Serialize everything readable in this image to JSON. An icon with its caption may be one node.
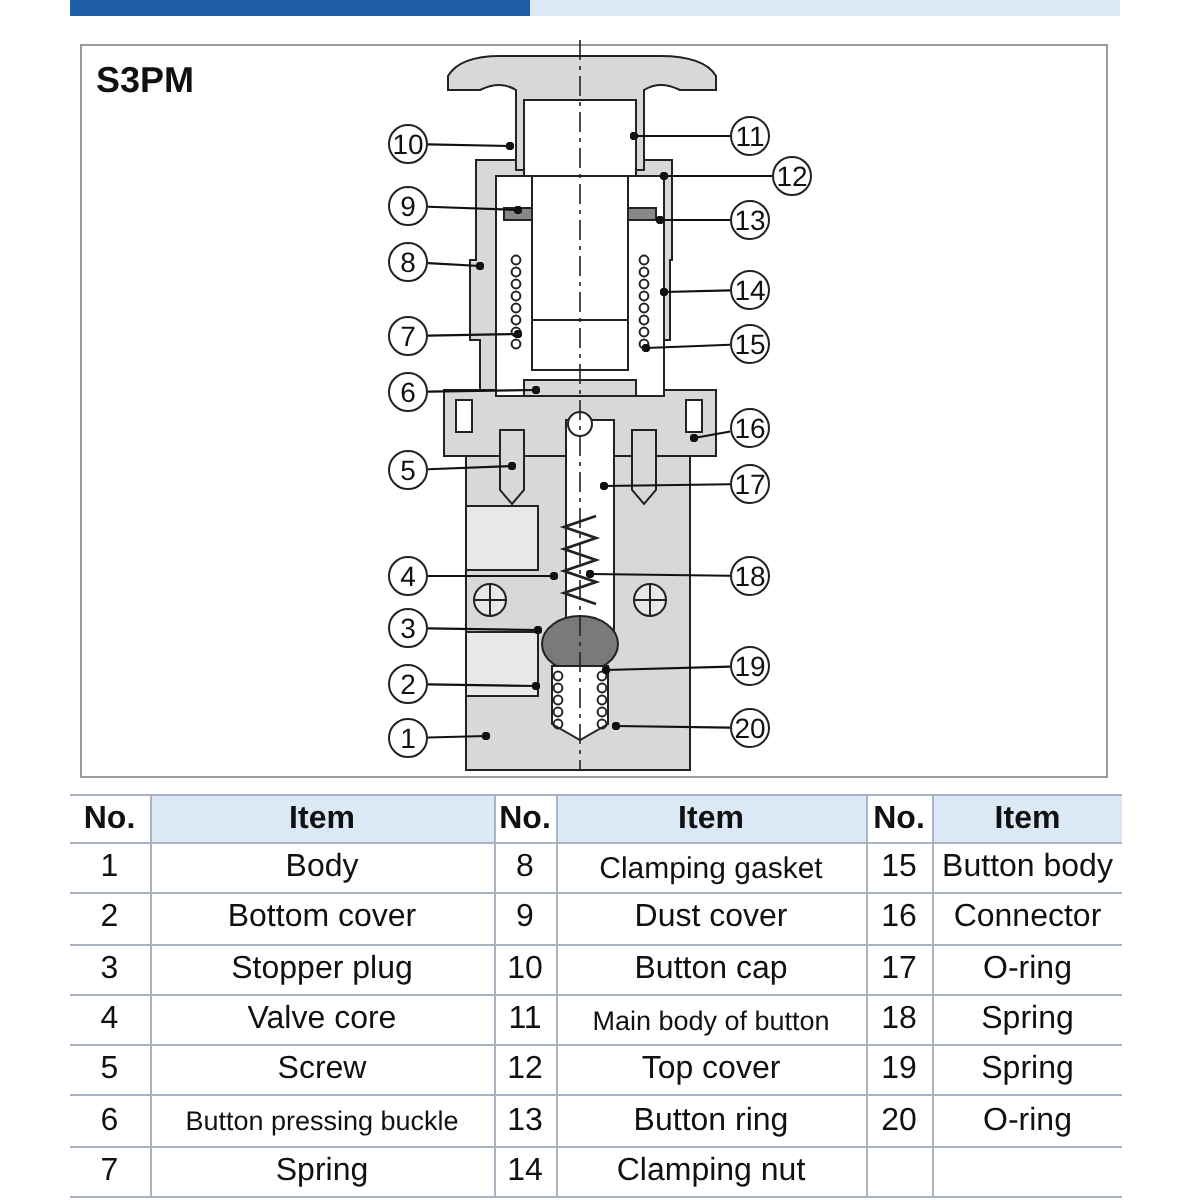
{
  "diagram": {
    "nodes": [
      {
        "text": [
          "1"
        ]
      },
      {
        "text": [
          "2"
        ]
      },
      {
        "text": [
          "3"
        ]
      },
      {
        "text": [
          "4"
        ]
      },
      {
        "text": [
          "5"
        ]
      },
      {
        "text": [
          "6"
        ]
      },
      {
        "text": [
          "7"
        ]
      },
      {
        "text": [
          "8"
        ]
      },
      {
        "text": [
          "9"
        ]
      },
      {
        "text": [
          "10"
        ]
      },
      {
        "text": [
          "11"
        ]
      },
      {
        "text": [
          "12"
        ]
      },
      {
        "text": [
          "13"
        ]
      },
      {
        "text": [
          "14"
        ]
      },
      {
        "text": [
          "15"
        ]
      },
      {
        "text": [
          "16"
        ]
      },
      {
        "text": [
          "17"
        ]
      },
      {
        "text": [
          "18"
        ]
      },
      {
        "text": [
          "19"
        ]
      },
      {
        "text": [
          "20"
        ]
      }
    ],
    "edges": [
      {
        "from": 0,
        "to": null,
        "arrow": "other"
      },
      {
        "from": 1,
        "to": null,
        "arrow": "other"
      },
      {
        "from": 2,
        "to": null,
        "arrow": "other"
      },
      {
        "from": 3,
        "to": null,
        "arrow": "other"
      },
      {
        "from": 4,
        "to": null,
        "arrow": "other"
      },
      {
        "from": 5,
        "to": null,
        "arrow": "other"
      },
      {
        "from": 6,
        "to": null,
        "arrow": "other"
      },
      {
        "from": 7,
        "to": null,
        "arrow": "other"
      },
      {
        "from": 8,
        "to": null,
        "arrow": "other"
      },
      {
        "from": 9,
        "to": null,
        "arrow": "other"
      },
      {
        "from": 10,
        "to": null,
        "arrow": "other"
      },
      {
        "from": 11,
        "to": null,
        "arrow": "other"
      },
      {
        "from": 12,
        "to": null,
        "arrow": "other"
      },
      {
        "from": 13,
        "to": null,
        "arrow": "other"
      },
      {
        "from": 14,
        "to": null,
        "arrow": "other"
      },
      {
        "from": 15,
        "to": null,
        "arrow": "other"
      },
      {
        "from": 16,
        "to": null,
        "arrow": "other"
      },
      {
        "from": 17,
        "to": null,
        "arrow": "other"
      },
      {
        "from": 18,
        "to": null,
        "arrow": "other"
      },
      {
        "from": 19,
        "to": null,
        "arrow": "other"
      }
    ],
    "labels": [
      "S3PM",
      "No.",
      "Item",
      "No.",
      "Item",
      "No.",
      "Item",
      "1",
      "Body",
      "8",
      "Clamping gasket",
      "15",
      "Button body",
      "2",
      "Bottom cover",
      "9",
      "Dust cover",
      "16",
      "Connector",
      "3",
      "Stopper plug",
      "10",
      "Button cap",
      "17",
      "O-ring",
      "4",
      "Valve core",
      "11",
      "Main body of button",
      "18",
      "Spring",
      "5",
      "Screw",
      "12",
      "Top cover",
      "19",
      "Spring",
      "6",
      "Button pressing buckle",
      "13",
      "Button ring",
      "20",
      "O-ring",
      "7",
      "Spring",
      "14",
      "Clamping nut"
    ]
  }
}
